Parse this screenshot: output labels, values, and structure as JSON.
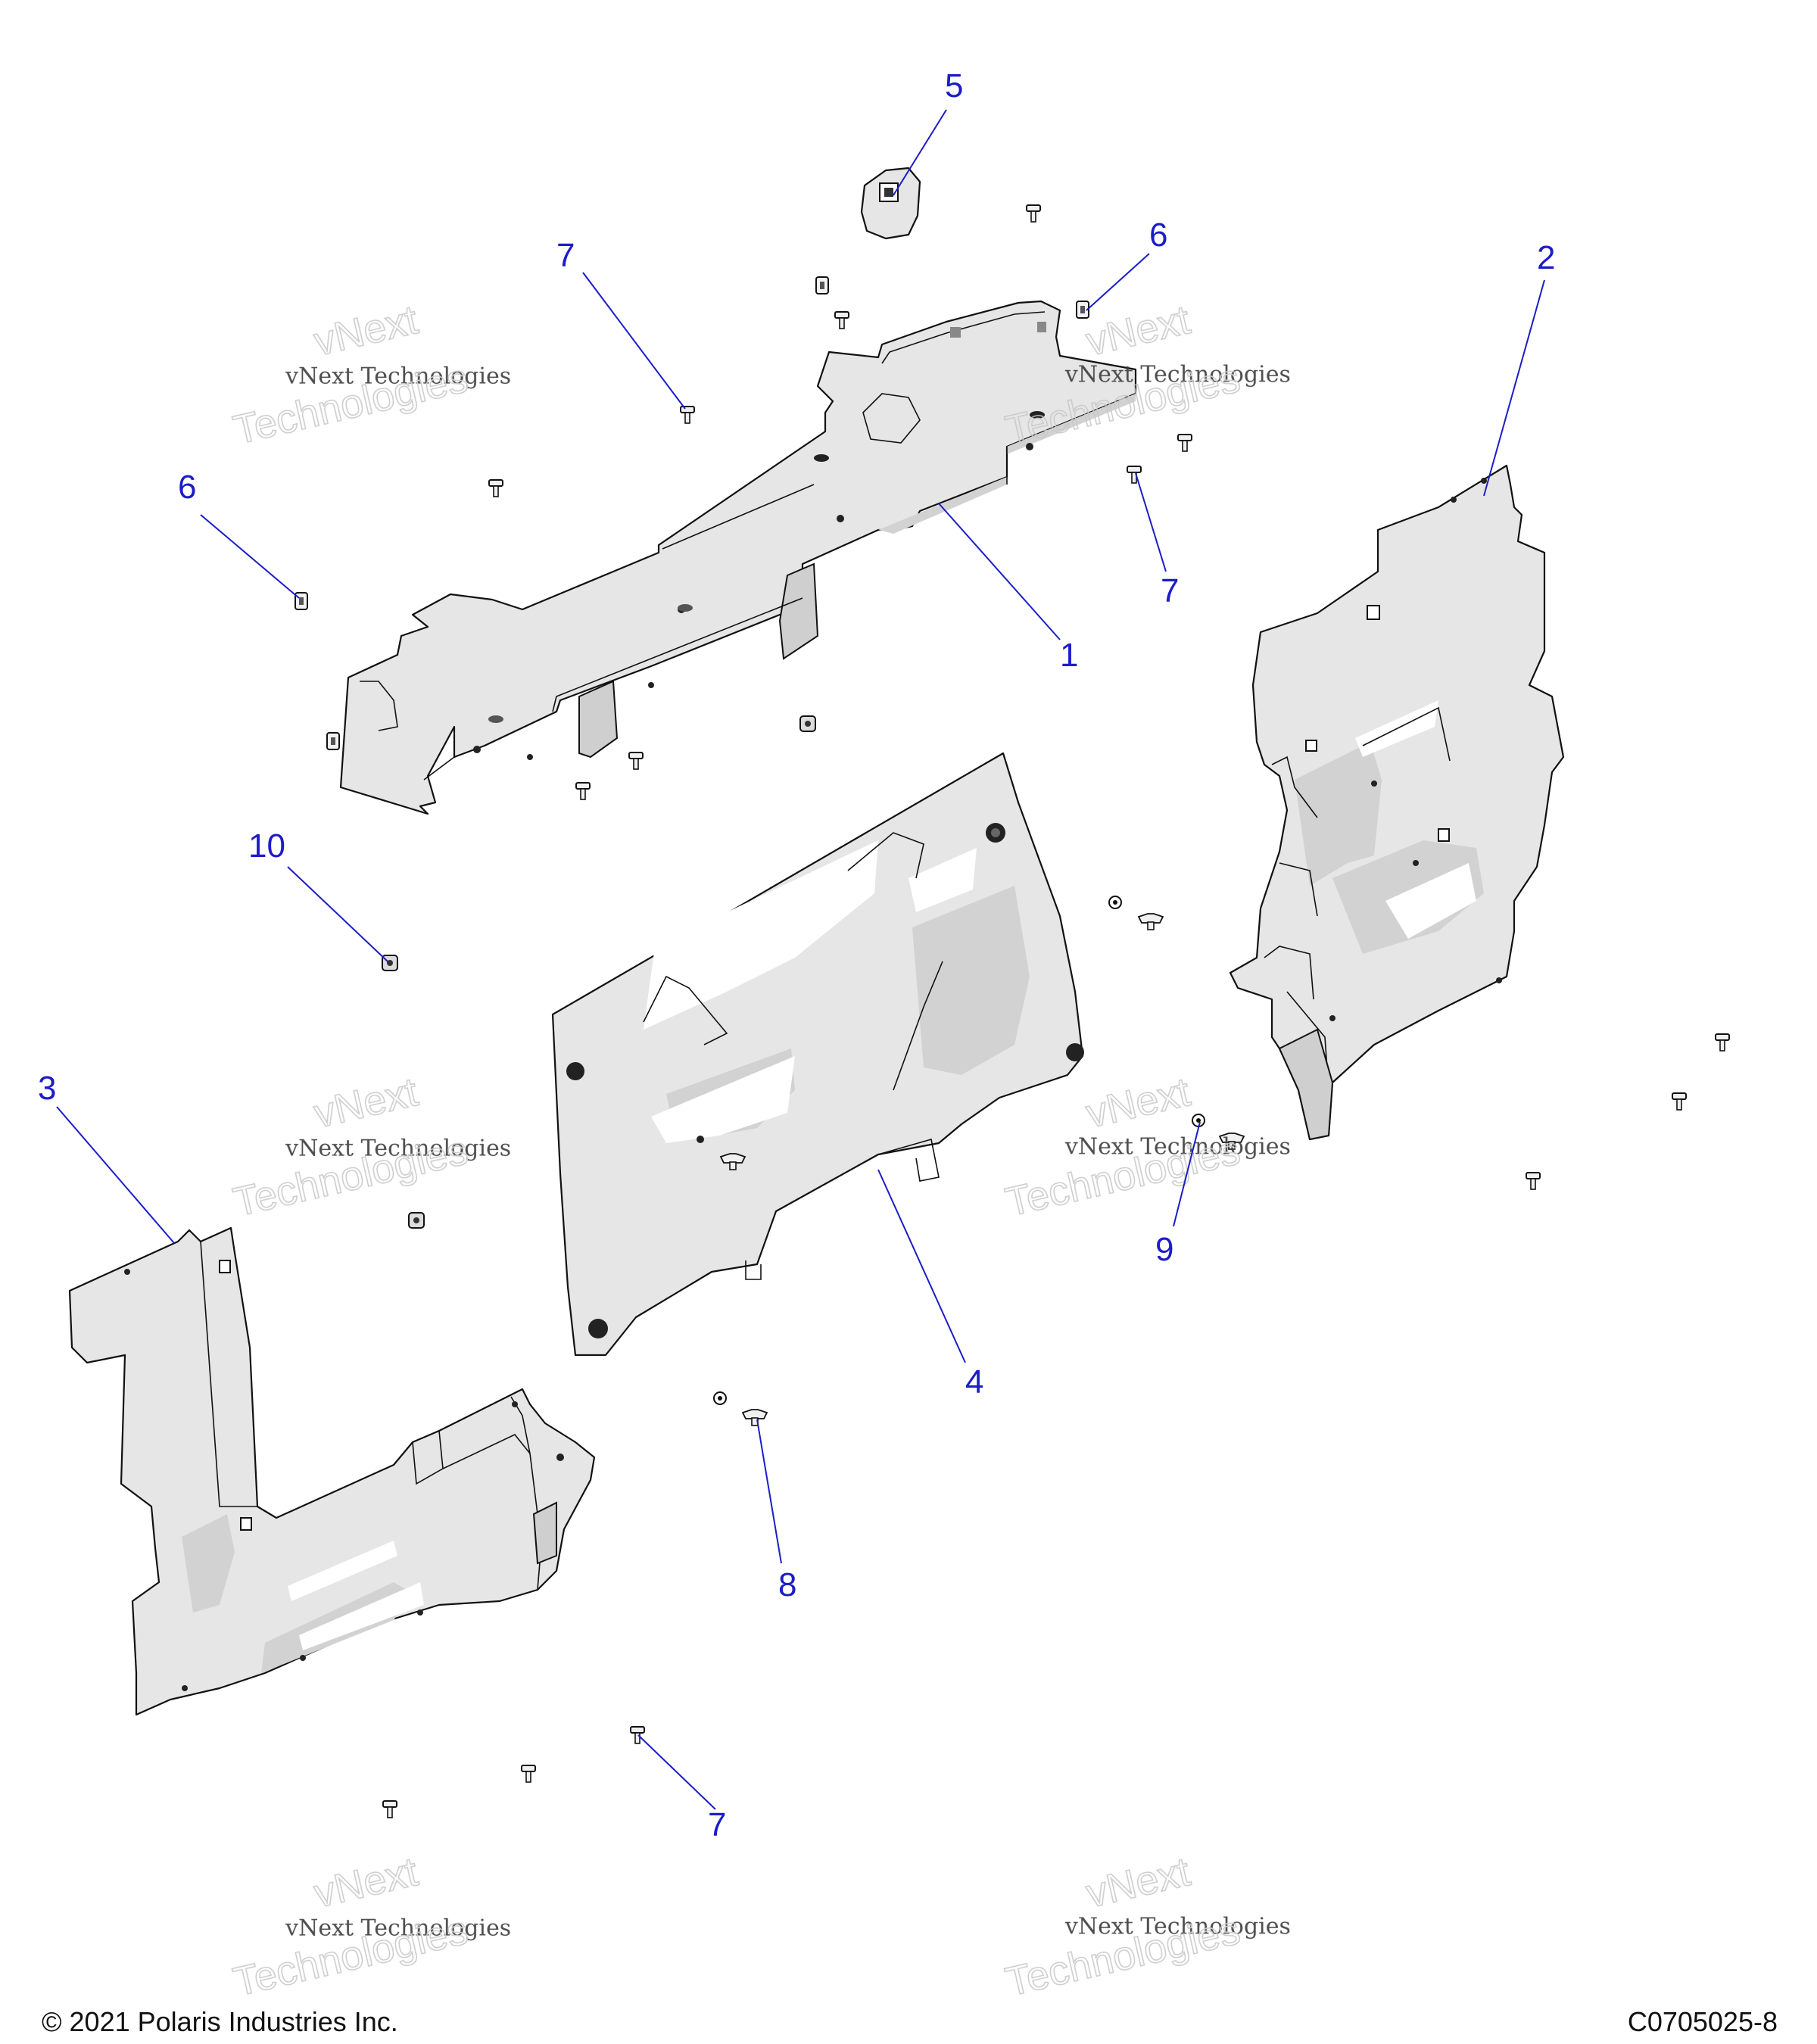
{
  "footer": {
    "copyright": "© 2021 Polaris Industries Inc.",
    "code": "C0705025-8"
  },
  "watermark": {
    "line1": "vNext",
    "line2": "vNext Technologies",
    "line3": "Technologies"
  },
  "callouts": [
    {
      "id": "c1",
      "label": "1"
    },
    {
      "id": "c2",
      "label": "2"
    },
    {
      "id": "c3",
      "label": "3"
    },
    {
      "id": "c4",
      "label": "4"
    },
    {
      "id": "c5",
      "label": "5"
    },
    {
      "id": "c6a",
      "label": "6"
    },
    {
      "id": "c6b",
      "label": "6"
    },
    {
      "id": "c7a",
      "label": "7"
    },
    {
      "id": "c7b",
      "label": "7"
    },
    {
      "id": "c7c",
      "label": "7"
    },
    {
      "id": "c8",
      "label": "8"
    },
    {
      "id": "c9",
      "label": "9"
    },
    {
      "id": "c10",
      "label": "10"
    }
  ],
  "colors": {
    "callout": "#1c1cc8",
    "part_fill": "#e6e6e6",
    "outline": "#111111"
  }
}
